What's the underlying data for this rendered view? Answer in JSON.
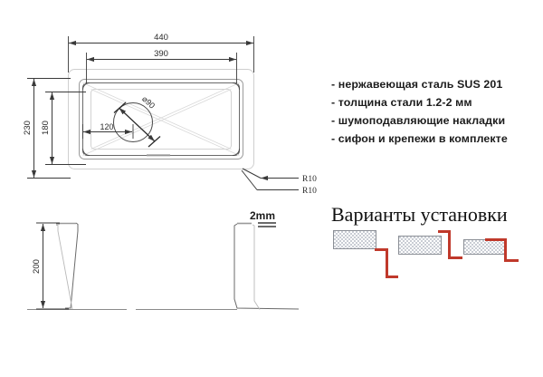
{
  "document": {
    "type": "technical-drawing",
    "subject": "kitchen-sink",
    "background_color": "#ffffff",
    "line_color": "#3a3a3a",
    "accent_color": "#c0392b",
    "slab_color": "#c9cdd4"
  },
  "top_view": {
    "name": "top-view",
    "dimensions": {
      "overall_width": "440",
      "inner_width": "390",
      "overall_height": "230",
      "inner_height": "180",
      "drain_offset": "120",
      "drain_diameter": "⌀90",
      "corner_radius_1": "R10",
      "corner_radius_2": "R10"
    }
  },
  "section_view": {
    "name": "section-view",
    "dimensions": {
      "depth": "200",
      "thickness": "2mm"
    }
  },
  "spec": {
    "lines": [
      "- нержавеющая сталь SUS 201",
      "- толщина стали 1.2-2 мм",
      "- шумоподавляющие накладки",
      "- сифон и крепежи в комплекте"
    ]
  },
  "install": {
    "title": "Варианты установки",
    "options": [
      {
        "name": "undermount"
      },
      {
        "name": "flushmount"
      },
      {
        "name": "topmount"
      }
    ]
  }
}
